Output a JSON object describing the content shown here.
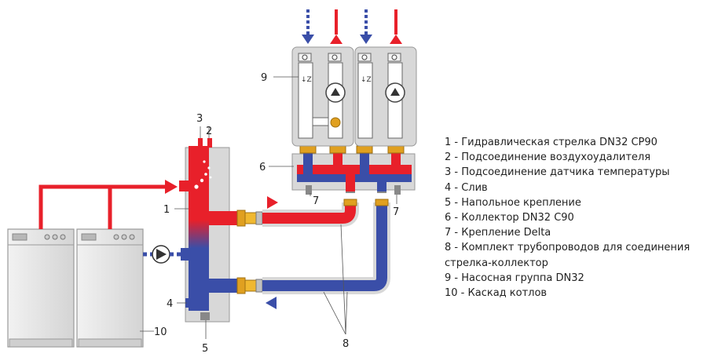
{
  "legend": [
    {
      "text": "1 - Гидравлическая стрелка DN32 CP90"
    },
    {
      "text": "2 - Подсоединение воздухоудалителя"
    },
    {
      "text": "3 - Подсоединение датчика температуры"
    },
    {
      "text": "4 - Слив"
    },
    {
      "text": "5 - Напольное крепление"
    },
    {
      "text": "6 - Коллектор DN32 C90"
    },
    {
      "text": "7 - Крепление Delta"
    },
    {
      "text": "8 - Комплект трубопроводов для соединения стрелка-коллектор"
    },
    {
      "text": "9 - Насосная группа DN32"
    },
    {
      "text": "10 - Каскад котлов"
    }
  ],
  "callouts": {
    "n1": "1",
    "n2": "2",
    "n3": "3",
    "n4": "4",
    "n5": "5",
    "n6": "6",
    "n7a": "7",
    "n7b": "7",
    "n8": "8",
    "n9": "9",
    "n10": "10"
  },
  "colors": {
    "hot": "#e8202a",
    "cold": "#3a4ea8",
    "panel": "#d8d8d8",
    "outline": "#888888",
    "brass": "#e0a020"
  }
}
